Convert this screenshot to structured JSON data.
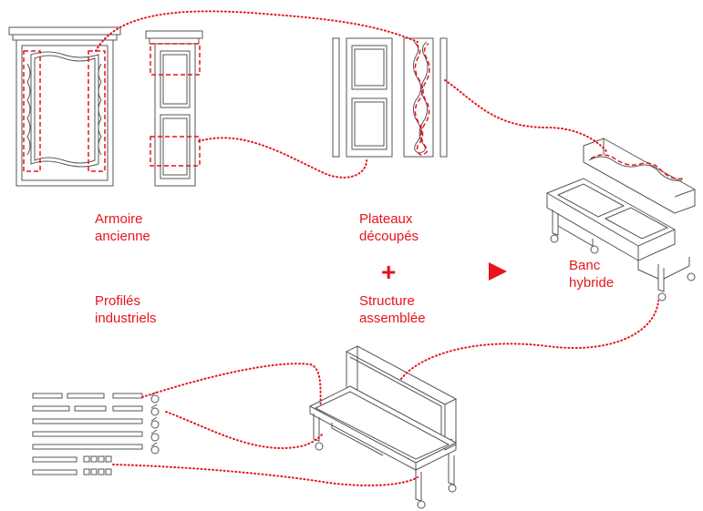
{
  "colors": {
    "accent": "#e8141b",
    "outline": "#555555"
  },
  "labels": {
    "armoire": [
      "Armoire",
      "ancienne"
    ],
    "plateaux": [
      "Plateaux",
      "découpés"
    ],
    "profiles": [
      "Profilés",
      "industriels"
    ],
    "structure": [
      "Structure",
      "assemblée"
    ],
    "banc": [
      "Banc",
      "hybride"
    ],
    "plus": "+"
  },
  "icons": {
    "arrow": "play-arrow-icon"
  }
}
